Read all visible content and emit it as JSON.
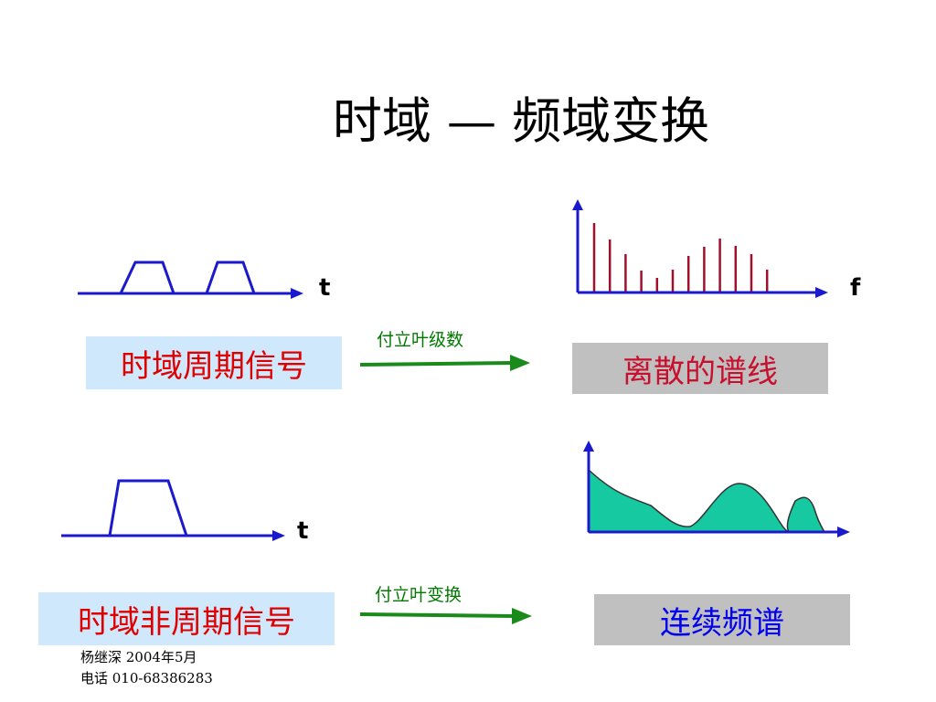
{
  "title": "时域 — 频域变换",
  "top_row": {
    "time_axis_label": "t",
    "freq_axis_label": "f",
    "source_label": "时域周期信号",
    "arrow_caption": "付立叶级数",
    "result_label": "离散的谱线"
  },
  "bottom_row": {
    "time_axis_label": "t",
    "source_label": "时域非周期信号",
    "arrow_caption": "付立叶变换",
    "result_label": "连续频谱"
  },
  "footer": {
    "author_date": "杨继深   2004年5月",
    "phone": "电话 010-68386283"
  },
  "colors": {
    "axis": "#1a1acc",
    "spectral_line": "#a0102a",
    "spectrum_fill": "#16c9a0",
    "arrow": "#1a8a1a",
    "red_text": "#e00000",
    "darkred_text": "#c8102e",
    "blue_text": "#0000ee"
  }
}
